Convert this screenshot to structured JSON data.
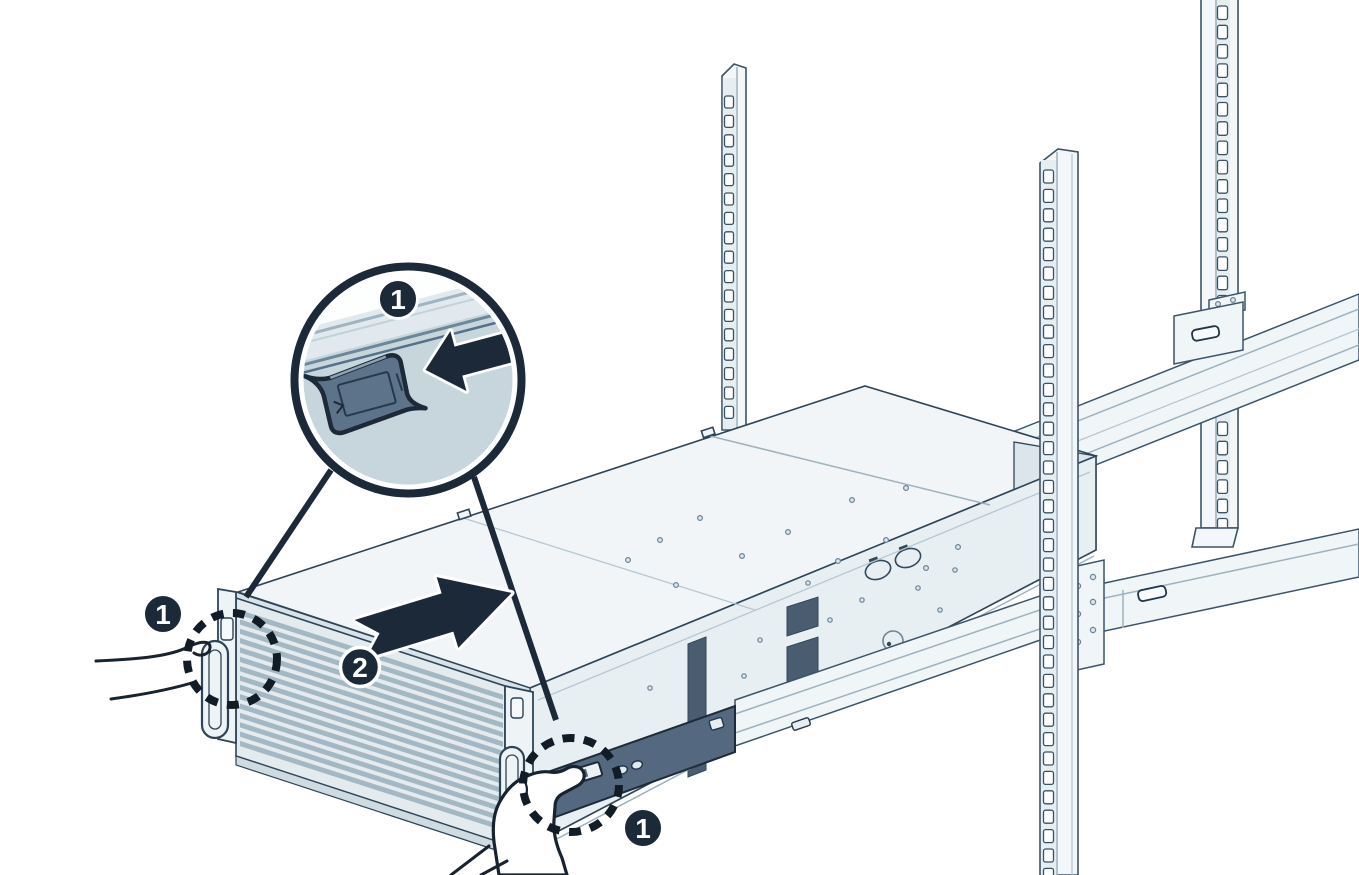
{
  "figure": {
    "badges": {
      "callout": "1",
      "front_left": "1",
      "chassis_front": "2",
      "side_latch": "1"
    },
    "colors": {
      "badge_bg": "#1b2938",
      "badge_ring": "#ffffff",
      "badge_text": "#ffffff",
      "arrow": "#1b2938",
      "leader_line": "#1b2938",
      "dashed_circle": "#111c27",
      "rail_dark": "#54697f",
      "latch_button": "#5d7389",
      "callout_fill": "#c7d6dc",
      "callout_band": "#e1e9ee",
      "outline": "#2e4557"
    },
    "parts": {
      "magnified_view": "latch-detail-magnifier",
      "latch": "rail-release-latch",
      "enclosure": "rackmount-enclosure",
      "rack_posts": "rack-posts",
      "slide_rails": "slide-rails",
      "hands": "hands-pressing-latches",
      "slide_direction": "push-direction-arrow"
    }
  }
}
